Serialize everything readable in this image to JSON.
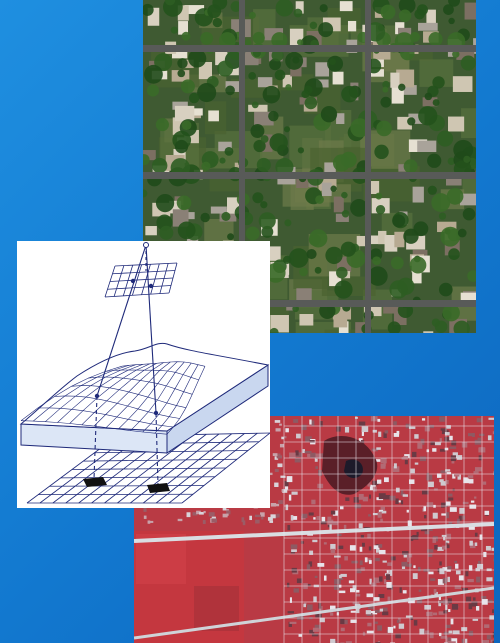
{
  "panels": [
    {
      "id": "aerial",
      "kind": "true-color aerial photograph (residential grid)"
    },
    {
      "id": "diagram",
      "kind": "line drawing: sensor grid, terrain surface, ground grid"
    },
    {
      "id": "ir",
      "kind": "false-color infrared aerial photograph"
    }
  ],
  "colors": {
    "background": "#1477d0",
    "diagram_line": "#1f2a7a",
    "terrain_side": "#dce6f6",
    "ir_field": "#c4373f",
    "vegetation": "#2f5d25"
  }
}
